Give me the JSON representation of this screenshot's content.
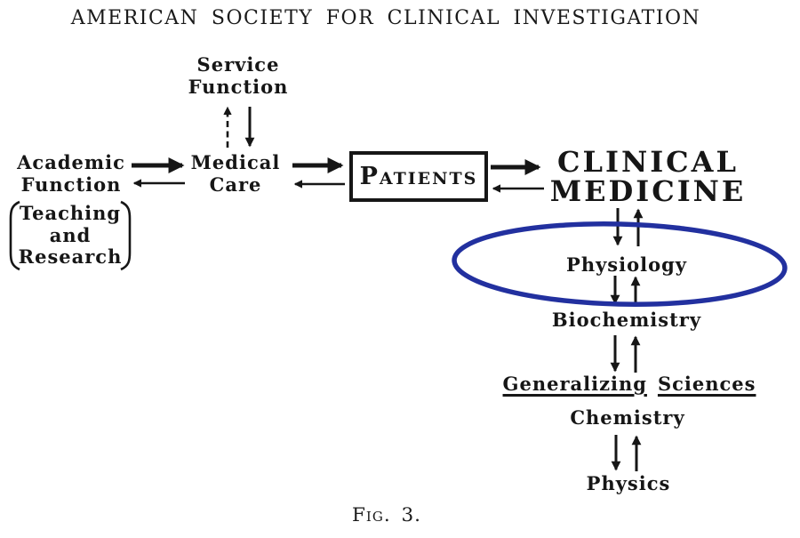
{
  "title": "AMERICAN SOCIETY FOR CLINICAL INVESTIGATION",
  "caption": "Fig. 3.",
  "colors": {
    "ink": "#161616",
    "highlight_blue": "#22309f"
  },
  "nodes": {
    "service_function": {
      "line1": "Service",
      "line2": "Function"
    },
    "academic_function": {
      "line1": "Academic",
      "line2": "Function"
    },
    "teaching_research": {
      "line1": "Teaching",
      "line2": "and",
      "line3": "Research"
    },
    "medical_care": {
      "line1": "Medical",
      "line2": "Care"
    },
    "patients": "Patients",
    "clinical_medicine": {
      "line1": "CLINICAL",
      "line2": "MEDICINE"
    },
    "physiology": "Physiology",
    "biochemistry": "Biochemistry",
    "generalizing_sciences": {
      "word1": "Generalizing",
      "word2": "Sciences"
    },
    "chemistry": "Chemistry",
    "physics": "Physics"
  }
}
